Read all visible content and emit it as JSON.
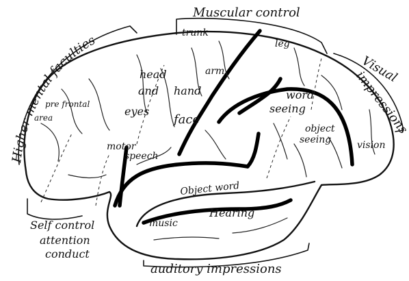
{
  "labels": {
    "muscular_control": "Muscular control",
    "higher_mental_faculties": "Higher mental faculties",
    "visual_impressions_1": "Visual",
    "visual_impressions_2": "impressions",
    "auditory_impressions": "auditory impressions",
    "self_control_1": "Self control",
    "self_control_2": "attention",
    "self_control_3": "conduct",
    "trunk": "trunk",
    "leg": "leg",
    "arm": "arm",
    "head_1": "head",
    "head_2": "and",
    "hand": "hand",
    "prefrontal_1": "pre frontal",
    "prefrontal_2": "area",
    "eyes": "eyes",
    "face": "face",
    "word_seeing_1": "word",
    "word_seeing_2": "seeing",
    "object_seeing_1": "object",
    "object_seeing_2": "seeing",
    "vision": "vision",
    "motor_speech_1": "motor",
    "motor_speech_2": "speech",
    "object_word": "Object word",
    "music": "music",
    "hearing": "Hearing"
  },
  "colors": {
    "ink": "#111111",
    "paper": "#ffffff"
  }
}
